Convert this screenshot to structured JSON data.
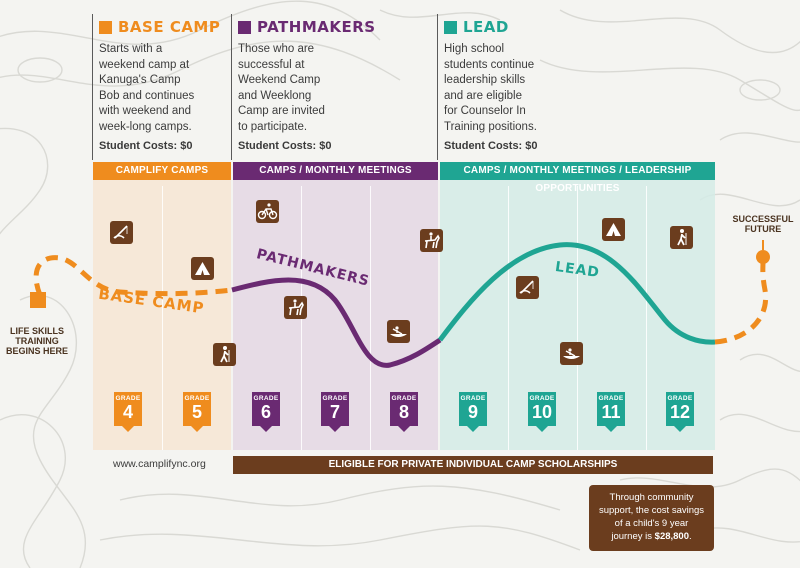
{
  "phases": [
    {
      "title": "BASE CAMP",
      "desc": [
        "Starts with a",
        "weekend camp at",
        "Kanuga's Camp",
        "Bob and continues",
        "with weekend and",
        "week-long camps."
      ],
      "cost": "Student Costs: $0",
      "color": "#ef8c1e"
    },
    {
      "title": "PATHMAKERS",
      "desc": [
        "Those who are",
        "successful at",
        "Weekend Camp",
        "and Weeklong",
        "Camp are invited",
        "to participate."
      ],
      "cost": "Student Costs: $0",
      "color": "#6a2a72"
    },
    {
      "title": "LEAD",
      "desc": [
        "High school",
        "students continue",
        "leadership skills",
        "and are eligible",
        "for Counselor In",
        "Training positions."
      ],
      "cost": "Student Costs: $0",
      "color": "#1fa593"
    }
  ],
  "bars": {
    "base": "CAMPLIFY CAMPS",
    "path": "CAMPS / MONTHLY MEETINGS",
    "lead": "CAMPS / MONTHLY MEETINGS / LEADERSHIP OPPORTUNITIES"
  },
  "grades": [
    {
      "label": "GRADE",
      "num": "4",
      "color": "#ef8c1e"
    },
    {
      "label": "GRADE",
      "num": "5",
      "color": "#ef8c1e"
    },
    {
      "label": "GRADE",
      "num": "6",
      "color": "#6a2a72"
    },
    {
      "label": "GRADE",
      "num": "7",
      "color": "#6a2a72"
    },
    {
      "label": "GRADE",
      "num": "8",
      "color": "#6a2a72"
    },
    {
      "label": "GRADE",
      "num": "9",
      "color": "#1fa593"
    },
    {
      "label": "GRADE",
      "num": "10",
      "color": "#1fa593"
    },
    {
      "label": "GRADE",
      "num": "11",
      "color": "#1fa593"
    },
    {
      "label": "GRADE",
      "num": "12",
      "color": "#1fa593"
    }
  ],
  "path_labels": {
    "base": "BASE CAMP",
    "path": "PATHMAKERS",
    "lead": "LEAD"
  },
  "start_label": [
    "LIFE SKILLS",
    "TRAINING",
    "BEGINS HERE"
  ],
  "end_label": [
    "SUCCESSFUL",
    "FUTURE"
  ],
  "url": "www.camplifync.org",
  "scholarship": "ELIGIBLE FOR PRIVATE INDIVIDUAL CAMP SCHOLARSHIPS",
  "footnote": {
    "line1": "Through community",
    "line2": "support, the cost savings",
    "line3": "of a child's 9 year",
    "line4_prefix": "journey is ",
    "amount": "$28,800",
    "line4_suffix": "."
  },
  "icons": [
    "fishing-icon",
    "tent-icon",
    "hiking-icon",
    "bicycle-icon",
    "horse-riding-icon",
    "canoe-icon",
    "horse-riding-icon",
    "fishing-icon",
    "canoe-icon",
    "tent-icon",
    "hiking-icon"
  ],
  "colors": {
    "orange": "#ef8c1e",
    "purple": "#6a2a72",
    "teal": "#1fa593",
    "brown": "#6b3d1e",
    "background": "#f4f4f1"
  }
}
